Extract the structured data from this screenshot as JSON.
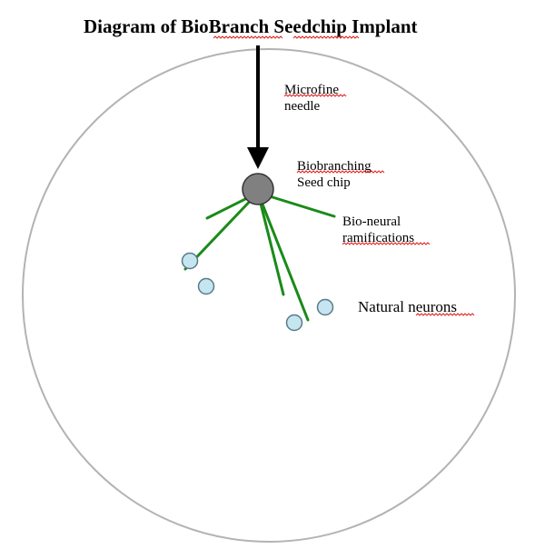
{
  "title": "Diagram of BioBranch Seedchip Implant",
  "labels": {
    "needle_line1": "Microfine",
    "needle_line2": "needle",
    "chip_line1": "Biobranching",
    "chip_line2": "Seed chip",
    "ramifications_line1": "Bio-neural",
    "ramifications_line2": "ramifications",
    "neurons": "Natural neurons"
  },
  "colors": {
    "outer_circle": "#b3b3b3",
    "seed_chip_fill": "#808080",
    "branch": "#1a8a1a",
    "neuron_fill": "#c5e6f0",
    "neuron_stroke": "#5a7a8a",
    "arrow": "#000000"
  }
}
